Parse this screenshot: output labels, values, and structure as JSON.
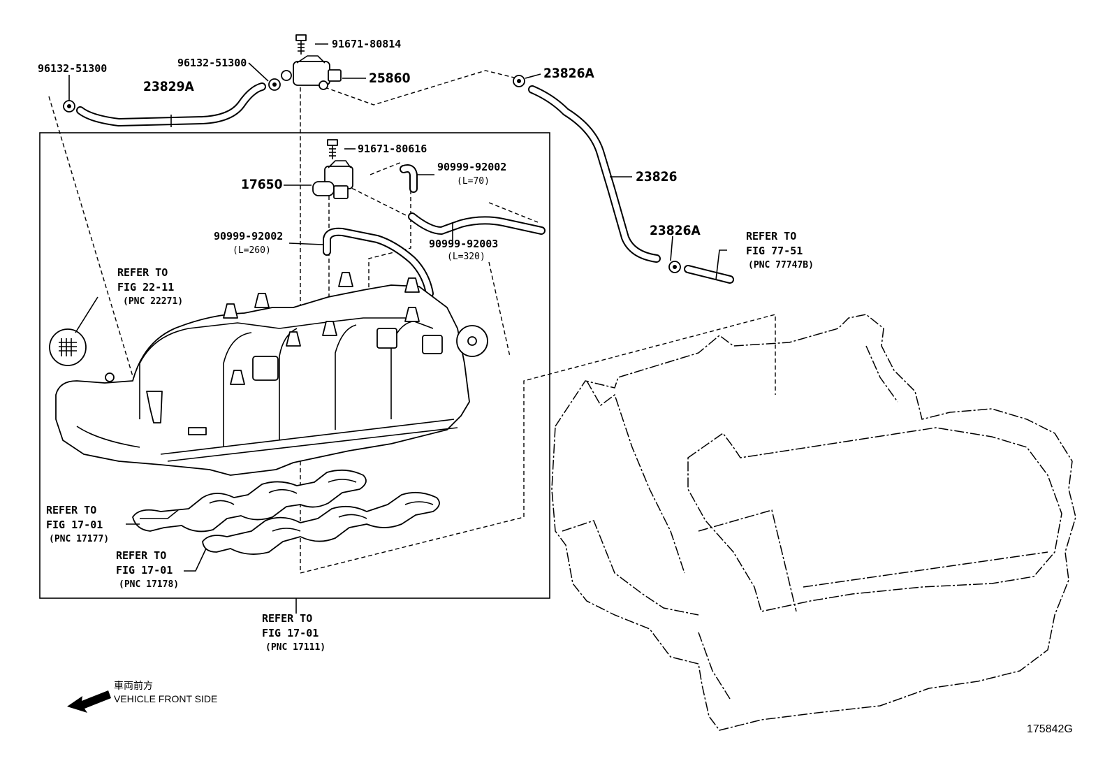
{
  "labels": {
    "clamp_left": "96132-51300",
    "clamp_mid": "96132-51300",
    "hose_23829a": "23829A",
    "bolt_top": "91671-80814",
    "vsv_25860": "25860",
    "clamp_23826a_top": "23826A",
    "hose_23826": "23826",
    "clamp_23826a_bot": "23826A",
    "bolt_mid": "91671-80616",
    "vsv_17650": "17650",
    "hose_short_part": "90999-92002",
    "hose_short_len": "(L=70)",
    "hose_left_part": "90999-92002",
    "hose_left_len": "(L=260)",
    "hose_long_part": "90999-92003",
    "hose_long_len": "(L=320)"
  },
  "refs": {
    "fig_77_51": {
      "line1": "REFER TO",
      "line2": "FIG 77-51",
      "line3": "(PNC 77747B)"
    },
    "fig_22_11": {
      "line1": "REFER TO",
      "line2": "FIG 22-11",
      "line3": "(PNC 22271)"
    },
    "fig_17_01_a": {
      "line1": "REFER TO",
      "line2": "FIG 17-01",
      "line3": "(PNC 17177)"
    },
    "fig_17_01_b": {
      "line1": "REFER TO",
      "line2": "FIG 17-01",
      "line3": "(PNC 17178)"
    },
    "fig_17_01_c": {
      "line1": "REFER TO",
      "line2": "FIG 17-01",
      "line3": "(PNC 17111)"
    }
  },
  "direction": {
    "japanese": "車両前方",
    "english": "VEHICLE FRONT SIDE"
  },
  "figure_code": "175842G"
}
